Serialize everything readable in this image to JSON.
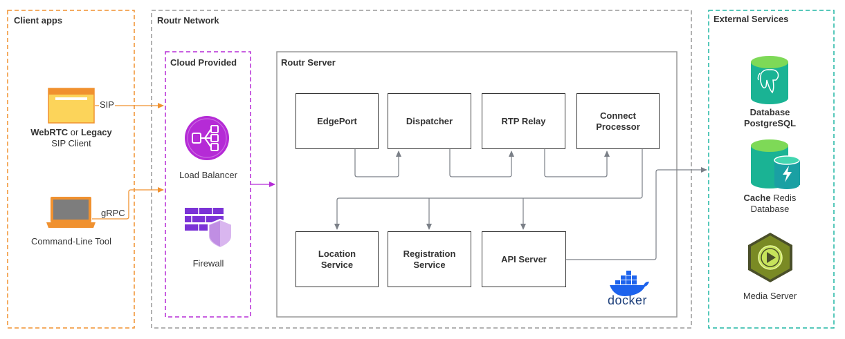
{
  "groups": {
    "client_apps": "Client apps",
    "routr_network": "Routr Network",
    "cloud_provided": "Cloud Provided",
    "routr_server": "Routr Server",
    "external_services": "External Services"
  },
  "clients": {
    "webrtc_bold1": "WebRTC",
    "webrtc_or": " or ",
    "webrtc_bold2": "Legacy",
    "webrtc_line2": "SIP Client",
    "cli": "Command-Line Tool",
    "sip_label": "SIP",
    "grpc_label": "gRPC"
  },
  "cloud": {
    "load_balancer": "Load Balancer",
    "firewall": "Firewall"
  },
  "server_components": {
    "edgeport": "EdgePort",
    "dispatcher": "Dispatcher",
    "rtp_relay": "RTP Relay",
    "connect_processor_1": "Connect",
    "connect_processor_2": "Processor",
    "location_service_1": "Location",
    "location_service_2": "Service",
    "registration_service_1": "Registration",
    "registration_service_2": "Service",
    "api_server": "API Server",
    "docker_wordmark": "docker"
  },
  "external": {
    "database_1": "Database",
    "database_2": "PostgreSQL",
    "cache_bold": "Cache",
    "cache_rest": " Redis",
    "cache_2": "Database",
    "media_server": "Media Server"
  },
  "colors": {
    "client_border": "#f0912f",
    "network_border": "#999999",
    "cloud_border": "#b52bd6",
    "external_border": "#1fb5a3",
    "orange_arrow": "#f0912f",
    "purple_arrow": "#b52bd6",
    "grey_arrow": "#7a7f87"
  },
  "icons": {
    "webrtc": "browser-window-icon",
    "cli": "laptop-icon",
    "load_balancer": "load-balancer-icon",
    "firewall": "firewall-icon",
    "database": "postgresql-database-icon",
    "cache": "redis-cache-icon",
    "media": "media-server-play-icon",
    "docker": "docker-whale-icon"
  }
}
